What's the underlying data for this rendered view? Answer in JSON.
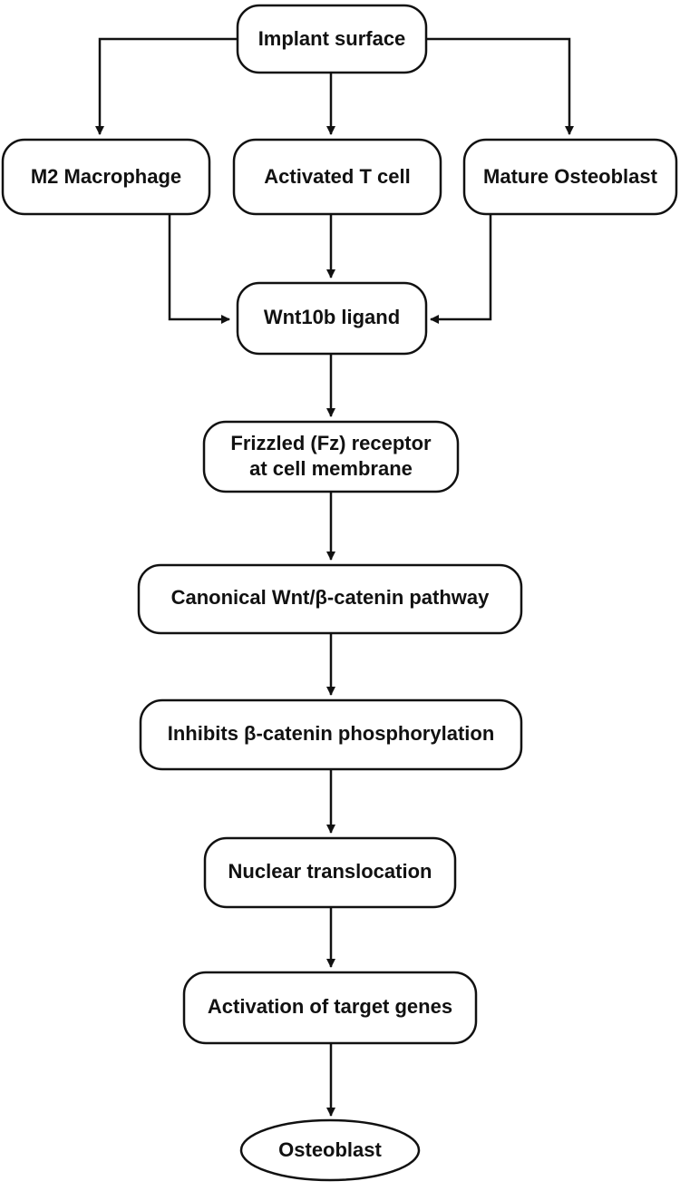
{
  "nodes": {
    "implant_surface": "Implant surface",
    "m2_macrophage": "M2 Macrophage",
    "activated_t_cell": "Activated T cell",
    "mature_osteoblast": "Mature Osteoblast",
    "wnt10b_ligand": "Wnt10b ligand",
    "frizzled_line1": "Frizzled (Fz) receptor",
    "frizzled_line2": "at cell membrane",
    "canonical_pathway": "Canonical Wnt/β-catenin pathway",
    "inhibits_phosphorylation": "Inhibits β-catenin phosphorylation",
    "nuclear_translocation": "Nuclear translocation",
    "activation_target_genes": "Activation of target genes",
    "osteoblast": "Osteoblast"
  }
}
